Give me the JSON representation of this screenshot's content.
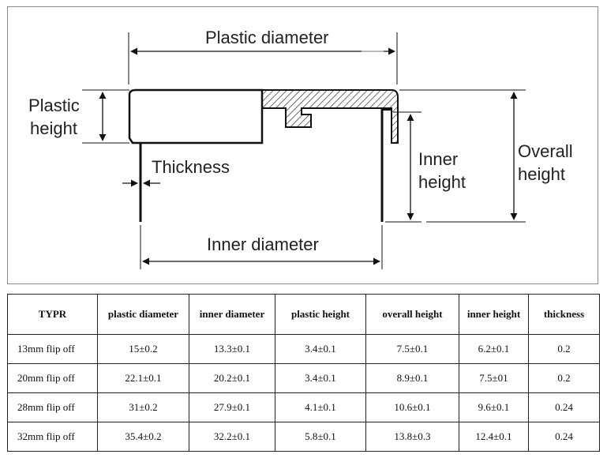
{
  "drawing": {
    "labels": {
      "plastic_diameter": "Plastic diameter",
      "plastic_height_line1": "Plastic",
      "plastic_height_line2": "height",
      "thickness": "Thickness",
      "inner_height_line1": "Inner",
      "inner_height_line2": "height",
      "overall_height_line1": "Overall",
      "overall_height_line2": "height",
      "inner_diameter": "Inner diameter"
    }
  },
  "table": {
    "headers": [
      "TYPR",
      "plastic diameter",
      "inner diameter",
      "plastic height",
      "overall height",
      "inner height",
      "thickness"
    ],
    "rows": [
      [
        "13mm flip off",
        "15±0.2",
        "13.3±0.1",
        "3.4±0.1",
        "7.5±0.1",
        "6.2±0.1",
        "0.2"
      ],
      [
        "20mm flip off",
        "22.1±0.1",
        "20.2±0.1",
        "3.4±0.1",
        "8.9±0.1",
        "7.5±01",
        "0.2"
      ],
      [
        "28mm flip off",
        "31±0.2",
        "27.9±0.1",
        "4.1±0.1",
        "10.6±0.1",
        "9.6±0.1",
        "0.24"
      ],
      [
        "32mm flip off",
        "35.4±0.2",
        "32.2±0.1",
        "5.8±0.1",
        "13.8±0.3",
        "12.4±0.1",
        "0.24"
      ]
    ]
  }
}
